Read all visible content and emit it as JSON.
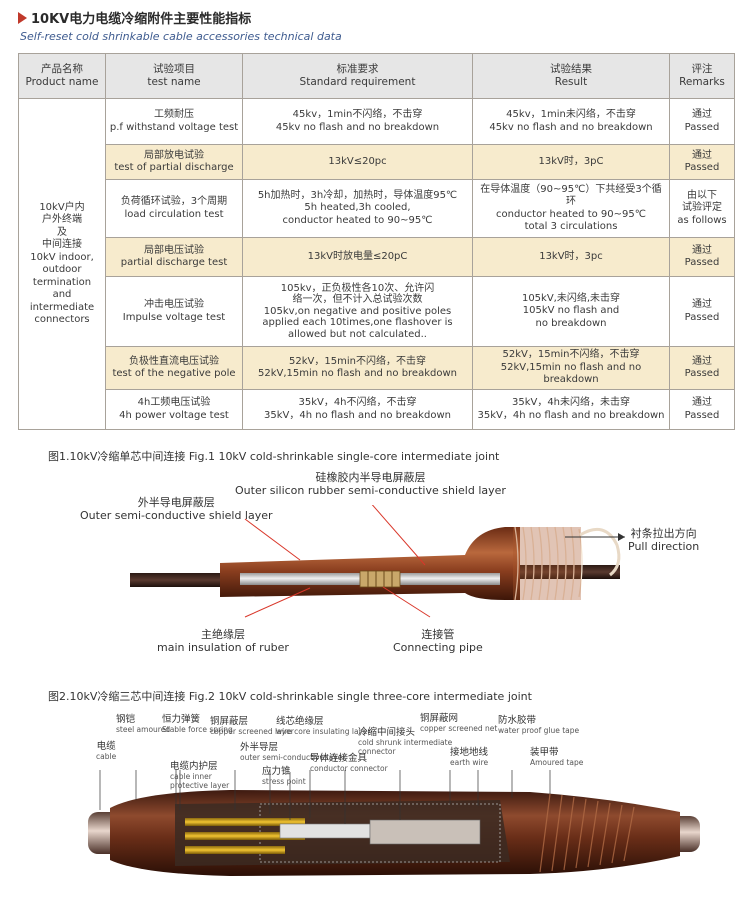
{
  "header": {
    "title": "10KV电力电缆冷缩附件主要性能指标",
    "subtitle": "Self-reset cold shrinkable cable accessories technical data"
  },
  "table": {
    "headers": {
      "product_cn": "产品名称",
      "product_en": "Product name",
      "test_cn": "试验项目",
      "test_en": "test name",
      "std_cn": "标准要求",
      "std_en": "Standard requirement",
      "res_cn": "试验结果",
      "res_en": "Result",
      "rem_cn": "评注",
      "rem_en": "Remarks"
    },
    "product": [
      "10kV户内",
      "户外终端",
      "及",
      "中间连接",
      "10kV indoor,",
      "outdoor",
      "termination",
      "and",
      "intermediate",
      "connectors"
    ],
    "rows": [
      {
        "test": [
          "工频耐压",
          "p.f withstand voltage test"
        ],
        "std": [
          "45kv，1min不闪络，不击穿",
          "45kv no flash and no breakdown"
        ],
        "res": [
          "45kv，1min未闪络，不击穿",
          "45kv no flash and no breakdown"
        ],
        "rem": [
          "通过",
          "Passed"
        ]
      },
      {
        "test": [
          "局部放电试验",
          "test of partial discharge"
        ],
        "std": [
          "13kV≤20pc"
        ],
        "res": [
          "13kV时，3pC"
        ],
        "rem": [
          "通过",
          "Passed"
        ]
      },
      {
        "test": [
          "负荷循环试验，3个周期",
          "load circulation test"
        ],
        "std": [
          "5h加热时，3h冷却，加热时，导体温度95℃",
          "5h heated,3h cooled,",
          "conductor heated to 90~95℃"
        ],
        "res": [
          "在导体温度（90~95℃）下共经受3个循环",
          "conductor heated to 90~95℃",
          "total 3 circulations"
        ],
        "rem": [
          "由以下",
          "试验评定",
          "as follows"
        ]
      },
      {
        "test": [
          "局部电压试验",
          "partial discharge test"
        ],
        "std": [
          "13kV时放电量≤20pC"
        ],
        "res": [
          "13kV时，3pc"
        ],
        "rem": [
          "通过",
          "Passed"
        ]
      },
      {
        "test": [
          "冲击电压试验",
          "Impulse voltage test"
        ],
        "std": [
          "105kv，正负极性各10次、允许闪",
          "络一次，但不计入总试验次数",
          "105kv,on negative and positive poles",
          "applied each 10times,one flashover is",
          "allowed but not calculated.."
        ],
        "res": [
          "105kV,未闪络,未击穿",
          "105kV no flash and",
          "no breakdown"
        ],
        "rem": [
          "通过",
          "Passed"
        ]
      },
      {
        "test": [
          "负极性直流电压试验",
          "test of the negative pole"
        ],
        "std": [
          "52kV，15min不闪络，不击穿",
          "52kV,15min no flash and no breakdown"
        ],
        "res": [
          "52kV，15min不闪络，不击穿",
          "52kV,15min no flash and no breakdown"
        ],
        "rem": [
          "通过",
          "Passed"
        ]
      },
      {
        "test": [
          "4h工频电压试验",
          "4h power voltage test"
        ],
        "std": [
          "35kV，4h不闪络，不击穿",
          "35kV，4h no flash and no breakdown"
        ],
        "res": [
          "35kV，4h未闪络，未击穿",
          "35kV，4h no flash and no breakdown"
        ],
        "rem": [
          "通过",
          "Passed"
        ]
      }
    ]
  },
  "fig1": {
    "caption": "图1.10kV冷缩单芯中间连接    Fig.1  10kV  cold-shrinkable single-core intermediate joint",
    "labels": {
      "silicon_cn": "硅橡胶内半导电屏蔽层",
      "silicon_en": "Outer silicon rubber semi-conductive shield layer",
      "outer_cn": "外半导电屏蔽层",
      "outer_en": "Outer semi-conductive shield layer",
      "pull_cn": "衬条拉出方向",
      "pull_en": "Pull direction",
      "main_cn": "主绝缘层",
      "main_en": "main insulation of ruber",
      "pipe_cn": "连接管",
      "pipe_en": "Connecting pipe"
    }
  },
  "fig2": {
    "caption": "图2.10kV冷缩三芯中间连接    Fig.2  10kV  cold-shrinkable single three-core intermediate joint",
    "labels": {
      "cable_cn": "电缆",
      "cable_en": "cable",
      "steel_cn": "钢铠",
      "steel_en": "steel amoured",
      "spring_cn": "恒力弹簧",
      "spring_en": "Stable force spring",
      "inner_cn": "电缆内护层",
      "inner_en1": "cable inner",
      "inner_en2": "protective layer",
      "copper_cn": "铜屏蔽层",
      "copper_en": "copper screened layer",
      "outersemi_cn": "外半导层",
      "outersemi_en": "outer semi-conductive layer",
      "stress_cn": "应力锥",
      "stress_en": "stress point",
      "wirecore_cn": "线芯绝缘层",
      "wirecore_en": "wire core insulating layer",
      "conductor_cn": "导体连接金具",
      "conductor_en": "conductor connector",
      "coldshrunk_cn": "冷缩中间接头",
      "coldshrunk_en1": "cold shrunk intermediate",
      "coldshrunk_en2": "connector",
      "net_cn": "铜屏蔽网",
      "net_en": "copper screened net",
      "earth_cn": "接地地线",
      "earth_en": "earth wire",
      "glue_cn": "防水胶带",
      "glue_en": "water proof glue tape",
      "armoured_cn": "装甲带",
      "armoured_en": "Amoured tape"
    }
  }
}
